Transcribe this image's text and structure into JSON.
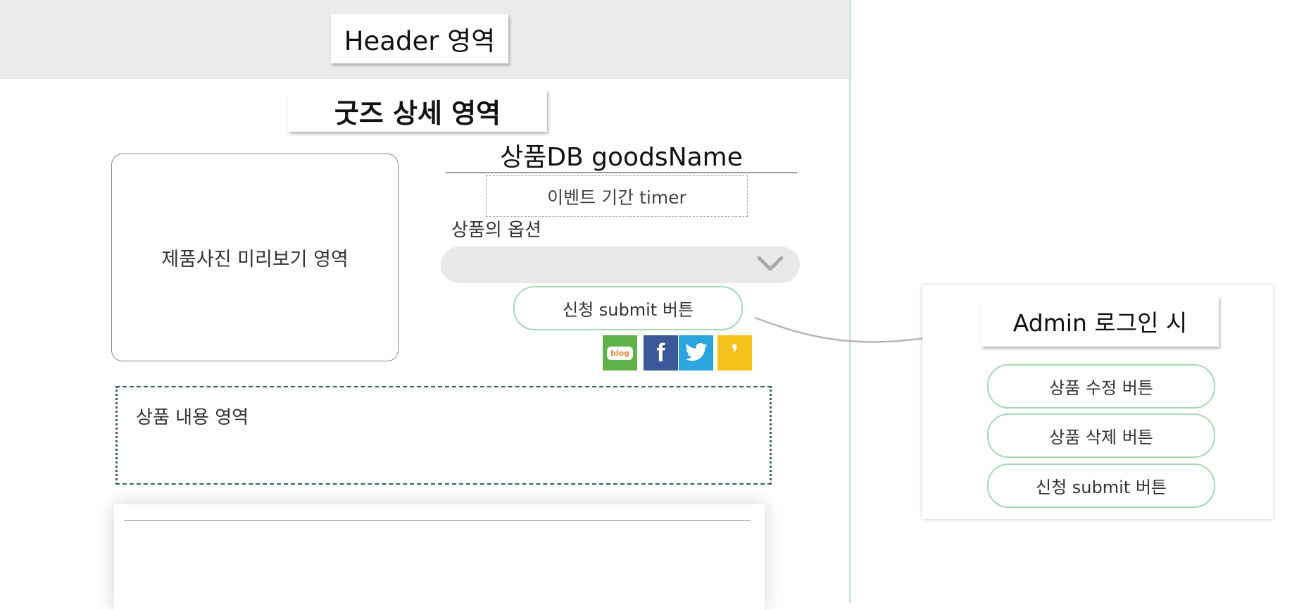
{
  "header": {
    "label": "Header 영역"
  },
  "detail": {
    "section_label": "굿즈 상세 영역",
    "preview_label": "제품사진 미리보기 영역",
    "goods_name": "상품DB goodsName",
    "timer_label": "이벤트 기간 timer",
    "option_label": "상품의 옵션",
    "option_value": "",
    "submit_label": "신청 submit 버튼",
    "content_label": "상품 내용 영역"
  },
  "share": {
    "items": [
      {
        "icon": "blog-icon",
        "text": "blog",
        "color": "#5fb249"
      },
      {
        "icon": "facebook-icon",
        "text": "f",
        "color": "#3b5998"
      },
      {
        "icon": "twitter-icon",
        "text": "",
        "color": "#2aa5e0"
      },
      {
        "icon": "kakaostory-icon",
        "text": "❜",
        "color": "#f5c11d"
      }
    ]
  },
  "admin": {
    "title": "Admin 로그인 시",
    "edit_label": "상품 수정 버튼",
    "delete_label": "상품 삭제 버튼",
    "submit_label": "신청 submit 버튼"
  },
  "colors": {
    "header_band": "#e9eceb",
    "button_border": "#a7d8b4",
    "content_border": "#3a5d6b"
  }
}
